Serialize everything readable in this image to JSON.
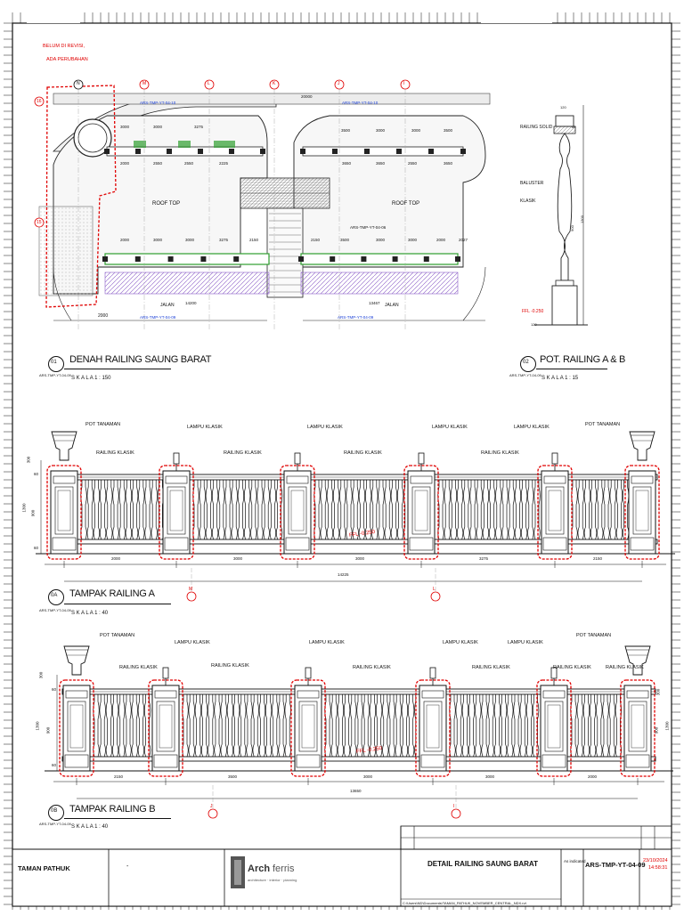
{
  "plan": {
    "revision_note": [
      "BELUM DI REVISI,",
      "ADA PERUBAHAN"
    ],
    "grid_markers": [
      "N",
      "M",
      "L",
      "K",
      "J",
      "I"
    ],
    "grid_row_markers": [
      "16",
      "15"
    ],
    "section_ref_top": [
      "ARS-TMP-YT-04-10",
      "ARS-TMP-YT-04-10"
    ],
    "section_ref_bottom": [
      "ARS-TMP-YT-04-09",
      "ARS-TMP-YT-04-09"
    ],
    "section_ref_mid": "ARS-TMP-YT-04-06",
    "roof_labels": [
      "ROOF TOP",
      "ROOF TOP"
    ],
    "jalan_labels": [
      "JALAN",
      "JALAN"
    ],
    "dims_top_left": [
      "3000",
      "3000",
      "3275"
    ],
    "dims_top_right": [
      "3500",
      "3000",
      "3000",
      "3500"
    ],
    "dims_mid_left": [
      "2000",
      "2550",
      "2550",
      "2225"
    ],
    "dims_mid_right": [
      "3650",
      "3650",
      "2550",
      "3650"
    ],
    "dims_low_left": [
      "2000",
      "3000",
      "3000",
      "3275",
      "2150"
    ],
    "dims_low_right": [
      "2150",
      "3500",
      "3000",
      "3000",
      "2000",
      "2027"
    ],
    "dim_overall_top": "20000",
    "dim_left_bottom": "2000",
    "dim_len_left": "14200",
    "dim_len_right": "13467"
  },
  "pot_detail": {
    "labels": [
      "RAILING SOLID",
      "BALUSTER",
      "KLASIK"
    ],
    "ffl": "FFL -0.250",
    "dims": [
      "120",
      "60",
      "1300",
      "900",
      "120"
    ]
  },
  "titles": {
    "t01": {
      "num": "01",
      "code": "ARS-TMP-YT-04-09",
      "title": "DENAH RAILING SAUNG BARAT",
      "scale": "S K A L A  1 : 150"
    },
    "t02": {
      "num": "02",
      "code": "ARS-TMP-YT-04-09",
      "title": "POT. RAILING A & B",
      "scale": "S K A L A  1 : 15"
    },
    "t0a": {
      "num": "0A",
      "code": "ARS-TMP-YT-04-09",
      "title": "TAMPAK RAILING A",
      "scale": "S K A L A  1 : 40"
    },
    "t0b": {
      "num": "0B",
      "code": "ARS-TMP-YT-04-09",
      "title": "TAMPAK RAILING B",
      "scale": "S K A L A  1 : 40"
    }
  },
  "elev_a": {
    "labels": [
      "POT TANAMAN",
      "LAMPU KLASIK",
      "LAMPU KLASIK",
      "LAMPU KLASIK",
      "LAMPU KLASIK",
      "POT TANAMAN",
      "RAILING KLASIK",
      "RAILING KLASIK",
      "RAILING KLASIK",
      "RAILING KLASIK"
    ],
    "ffl": "FFL -0.250",
    "height_dims": [
      "300",
      "60",
      "1300",
      "900",
      "60"
    ],
    "span_dims": [
      "2000",
      "3000",
      "3000",
      "3275",
      "2150"
    ],
    "total": "14225",
    "grid": [
      "M",
      "L"
    ]
  },
  "elev_b": {
    "labels": [
      "POT TANAMAN",
      "LAMPU KLASIK",
      "LAMPU KLASIK",
      "LAMPU KLASIK",
      "LAMPU KLASIK",
      "POT TANAMAN",
      "RAILING KLASIK",
      "RAILING KLASIK",
      "RAILING KLASIK",
      "RAILING KLASIK",
      "RAILING KLASIK",
      "RAILING KLASIK"
    ],
    "ffl": "FFL -0.250",
    "height_dims": [
      "300",
      "60",
      "1300",
      "900",
      "60"
    ],
    "right_dims": [
      "300",
      "1300",
      "900"
    ],
    "span_dims": [
      "2150",
      "3500",
      "3000",
      "3000",
      "2000"
    ],
    "total": "13650",
    "grid": [
      "J",
      "I"
    ]
  },
  "title_block": {
    "project": "TAMAN PATHUK",
    "dash": "-",
    "logo_name_a": "Arch",
    "logo_name_b": "ferris",
    "logo_sub": "architecture · interior · planning",
    "drawing_title": "DETAIL RAILING SAUNG BARAT",
    "file_path": "C:\\Users\\ND\\Documents\\TAMAN_PATHUK_NOVEMBER_CENTRAL_NDX.rvt",
    "scale": "As indicated",
    "sheet_no": "ARS-TMP-YT-04-09",
    "date": "23/10/2024",
    "time": "14:58:31"
  },
  "colors": {
    "revision": "#e00000",
    "section": "#1a3fd6",
    "hatch": "#8a5cc8",
    "green": "#2e9e2e",
    "line": "#111111"
  }
}
